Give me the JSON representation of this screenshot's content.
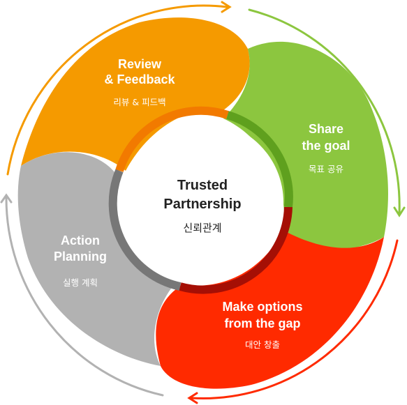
{
  "hub": {
    "title_line1": "Trusted",
    "title_line2": "Partnership",
    "subtitle": "신뢰관계"
  },
  "segments": [
    {
      "key": "review",
      "title_line1": "Review",
      "title_line2": "& Feedback",
      "subtitle": "리뷰 & 피드백",
      "color": "#F59A00",
      "accent": "#F27A00"
    },
    {
      "key": "share",
      "title_line1": "Share",
      "title_line2": "the goal",
      "subtitle": "목표 공유",
      "color": "#8CC63F",
      "accent": "#5FA01E"
    },
    {
      "key": "options",
      "title_line1": "Make options",
      "title_line2": "from the gap",
      "subtitle": "대안 창출",
      "color": "#FF2A00",
      "accent": "#A50F05"
    },
    {
      "key": "action",
      "title_line1": "Action",
      "title_line2": "Planning",
      "subtitle": "실행 계획",
      "color": "#B2B2B2",
      "accent": "#777777"
    }
  ],
  "arrow_colors": [
    "#F59A00",
    "#8CC63F",
    "#FF2A00",
    "#B2B2B2"
  ]
}
